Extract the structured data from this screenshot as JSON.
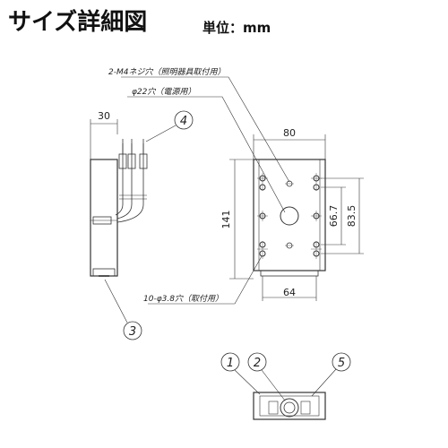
{
  "header": {
    "title": "サイズ詳細図",
    "unit_label": "単位：mm"
  },
  "annotations": {
    "m4_hole": "2-M4ネジ穴（照明器具取付用）",
    "phi22_hole": "φ22穴（電源用）",
    "mount_holes": "10-φ3.8穴（取付用）"
  },
  "dimensions": {
    "side_width": "30",
    "plate_width": "80",
    "plate_height": "141",
    "hole_pitch_width": "64",
    "pitch_a": "66.7",
    "pitch_b": "83.5"
  },
  "callouts": {
    "c1": "1",
    "c2": "2",
    "c3": "3",
    "c4": "4",
    "c5": "5"
  }
}
